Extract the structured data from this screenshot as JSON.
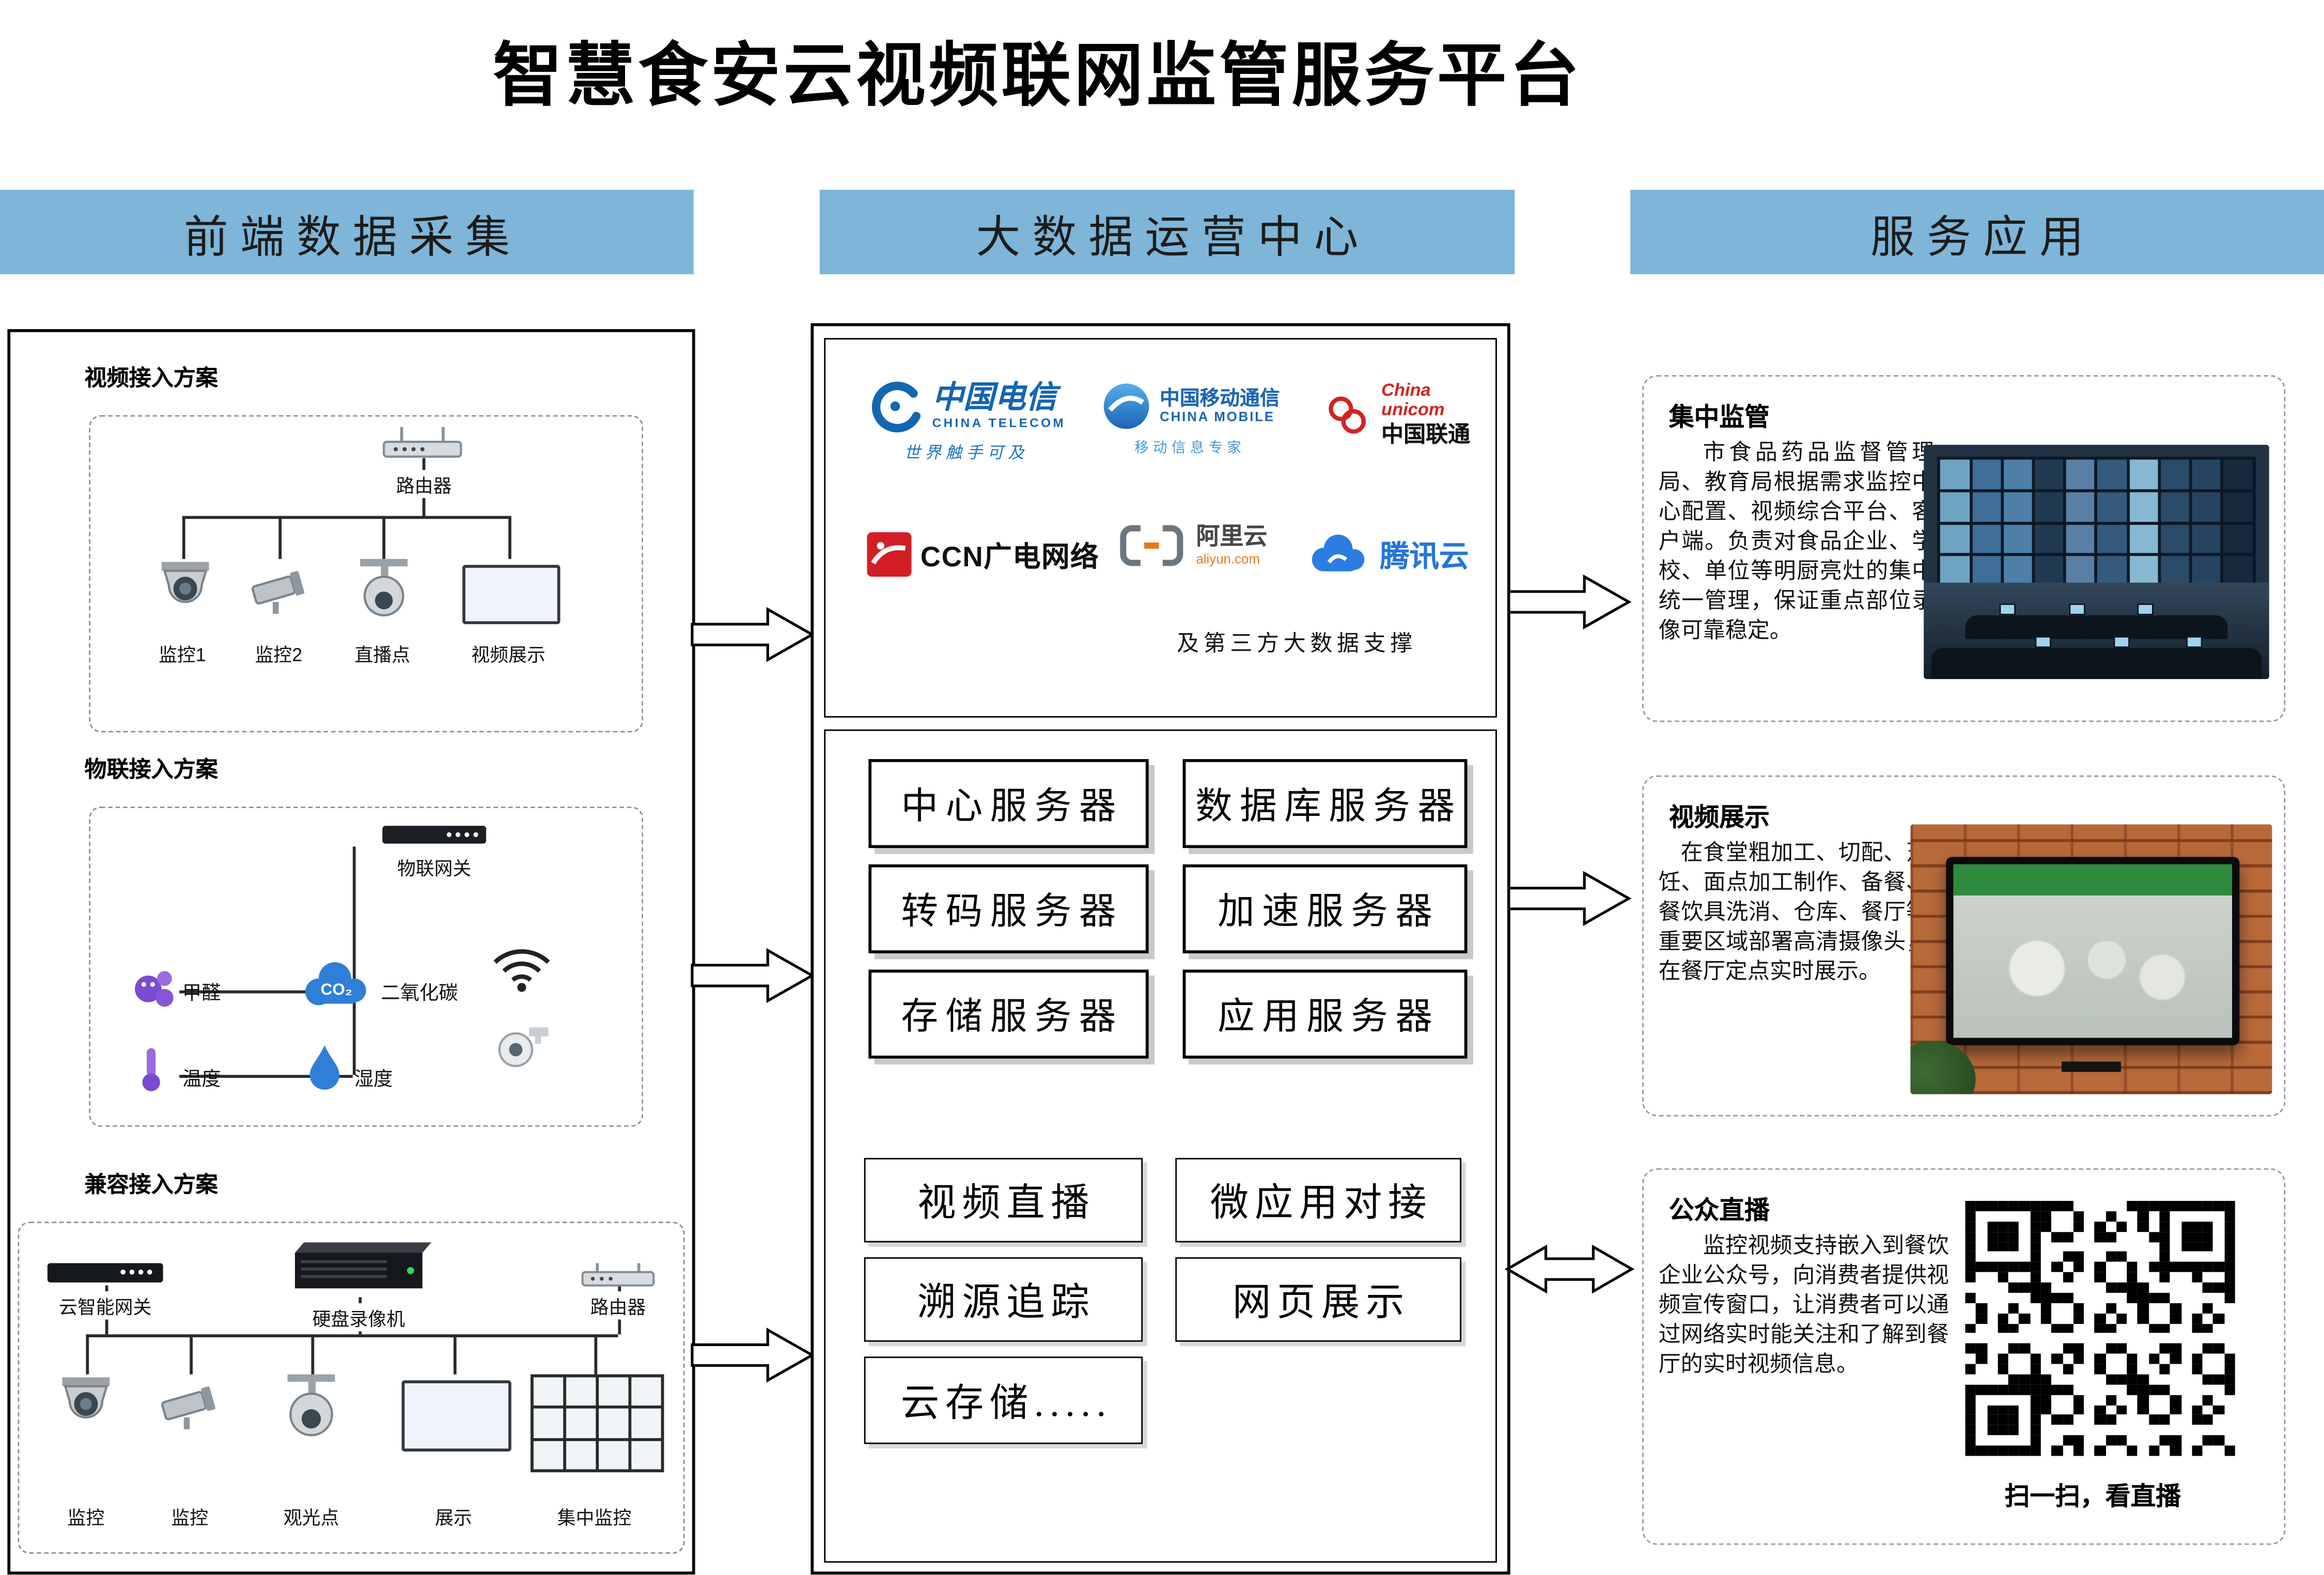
{
  "title": "智慧食安云视频联网监管服务平台",
  "headers": {
    "left": "前端数据采集",
    "middle": "大数据运营中心",
    "right": "服务应用"
  },
  "colors": {
    "header_bg": "#7EB5D8",
    "telecom_blue": "#1366b2",
    "unicom_red": "#d22323",
    "ccn_red": "#d21f26",
    "tencent_blue": "#2575d8"
  },
  "left": {
    "video": {
      "label": "视频接入方案",
      "router": "路由器",
      "devices": [
        "监控1",
        "监控2",
        "直播点",
        "视频展示"
      ]
    },
    "iot": {
      "label": "物联接入方案",
      "gateway": "物联网关",
      "co2_text": "CO₂",
      "sensors": [
        "甲醛",
        "二氧化碳",
        "温度",
        "湿度"
      ]
    },
    "compat": {
      "label": "兼容接入方案",
      "gateway": "云智能网关",
      "dvr": "硬盘录像机",
      "router": "路由器",
      "devices": [
        "监控",
        "监控",
        "观光点",
        "展示",
        "集中监控"
      ]
    }
  },
  "middle": {
    "partners": {
      "telecom": {
        "cn": "中国电信",
        "en": "CHINA TELECOM",
        "slogan": "世界触手可及"
      },
      "mobile": {
        "cn": "中国移动通信",
        "en": "CHINA MOBILE",
        "slogan": "移动信息专家"
      },
      "unicom": {
        "en1": "China",
        "en2": "unicom",
        "cn": "中国联通"
      },
      "ccn": {
        "name": "CCN广电网络"
      },
      "aliyun": {
        "cn": "阿里云",
        "en": "aliyun.com"
      },
      "tencent": {
        "cn": "腾讯云"
      },
      "note": "及第三方大数据支撑"
    },
    "servers": [
      "中心服务器",
      "数据库服务器",
      "转码服务器",
      "加速服务器",
      "存储服务器",
      "应用服务器"
    ],
    "services": [
      "视频直播",
      "微应用对接",
      "溯源追踪",
      "网页展示",
      "云存储....."
    ]
  },
  "right": {
    "sections": [
      {
        "title": "集中监管",
        "text": "市食品药品监督管理局、教育局根据需求监控中心配置、视频综合平台、客户端。负责对食品企业、学校、单位等明厨亮灶的集中统一管理，保证重点部位录像可靠稳定。"
      },
      {
        "title": "视频展示",
        "text": "在食堂粗加工、切配、烹饪、面点加工制作、备餐、餐饮具洗消、仓库、餐厅等重要区域部署高清摄像头，在餐厅定点实时展示。"
      },
      {
        "title": "公众直播",
        "text": "监控视频支持嵌入到餐饮企业公众号，向消费者提供视频宣传窗口，让消费者可以通过网络实时能关注和了解到餐厅的实时视频信息。",
        "qr_caption": "扫一扫，看直播"
      }
    ]
  }
}
